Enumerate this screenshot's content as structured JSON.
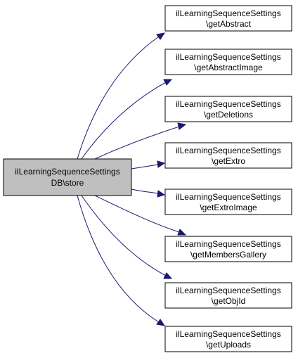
{
  "root": {
    "line1": "ilLearningSequenceSettings",
    "line2": "DB\\store"
  },
  "callees": [
    {
      "line1": "ilLearningSequenceSettings",
      "line2": "\\getAbstract"
    },
    {
      "line1": "ilLearningSequenceSettings",
      "line2": "\\getAbstractImage"
    },
    {
      "line1": "ilLearningSequenceSettings",
      "line2": "\\getDeletions"
    },
    {
      "line1": "ilLearningSequenceSettings",
      "line2": "\\getExtro"
    },
    {
      "line1": "ilLearningSequenceSettings",
      "line2": "\\getExtroImage"
    },
    {
      "line1": "ilLearningSequenceSettings",
      "line2": "\\getMembersGallery"
    },
    {
      "line1": "ilLearningSequenceSettings",
      "line2": "\\getObjId"
    },
    {
      "line1": "ilLearningSequenceSettings",
      "line2": "\\getUploads"
    }
  ],
  "colors": {
    "root_fill": "#bfbfbf",
    "edge": "#191970"
  }
}
